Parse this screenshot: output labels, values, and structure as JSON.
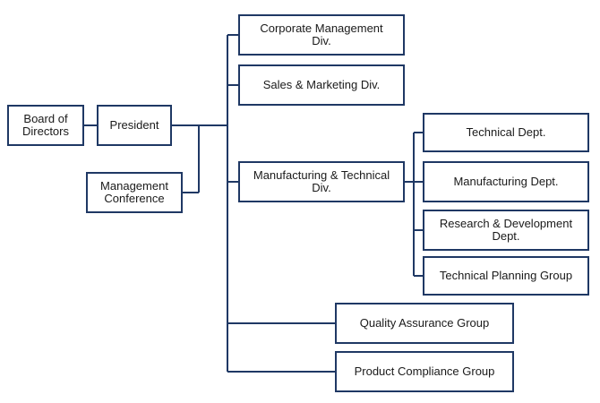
{
  "org_chart": {
    "board": "Board of\nDirectors",
    "president": "President",
    "management_conference": "Management\nConference",
    "divisions": {
      "corporate_management": "Corporate Management\nDiv.",
      "sales_marketing": "Sales & Marketing Div.",
      "manufacturing_technical": "Manufacturing & Technical\nDiv."
    },
    "departments": {
      "technical": "Technical Dept.",
      "manufacturing": "Manufacturing  Dept.",
      "research_development": "Research & Development\nDept.",
      "technical_planning": "Technical Planning Group"
    },
    "groups": {
      "quality_assurance": "Quality Assurance Group",
      "product_compliance": "Product Compliance Group"
    }
  },
  "colors": {
    "line": "#1f3864",
    "box_border": "#1f3864"
  }
}
